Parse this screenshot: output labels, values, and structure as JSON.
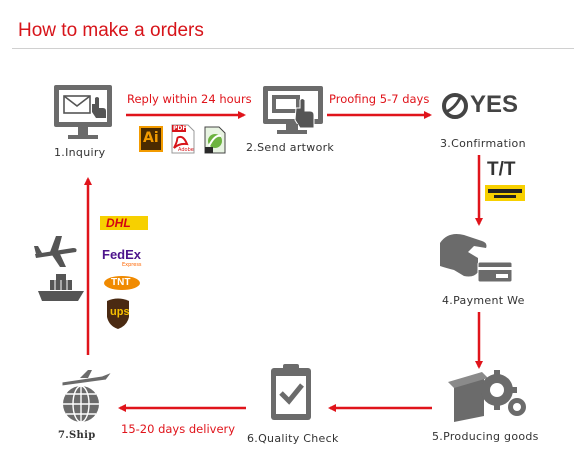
{
  "title": "How to make a orders",
  "steps": {
    "inquiry": "1.Inquiry",
    "send_artwork": "2.Send artwork",
    "confirmation": "3.Confirmation",
    "payment": "4.Payment We",
    "producing": "5.Producing goods",
    "quality": "6.Quality Check",
    "ship": "7.Ship"
  },
  "edges": {
    "reply": "Reply within  24 hours",
    "proofing": "Proofing 5-7 days",
    "delivery": "15-20 days delivery"
  },
  "labels": {
    "yes": "YES",
    "tt": "T/T",
    "dhl": "DHL",
    "fedex": "FedEx",
    "fedex_sub": "Express",
    "tnt": "TNT",
    "ups": "ups",
    "ai": "Ai",
    "pdf": "PDF",
    "adobe": "Adobe"
  },
  "colors": {
    "accent": "#e0141b",
    "icon": "#555555"
  },
  "icons": [
    "monitor-mail-icon",
    "ai-file-icon",
    "pdf-file-icon",
    "corel-file-icon",
    "monitor-hand-icon",
    "yes-logo-icon",
    "western-union-icon",
    "hand-card-icon",
    "box-gears-icon",
    "clipboard-check-icon",
    "globe-plane-icon",
    "airplane-icon",
    "cargo-ship-icon",
    "dhl-logo",
    "fedex-logo",
    "tnt-logo",
    "ups-logo"
  ]
}
